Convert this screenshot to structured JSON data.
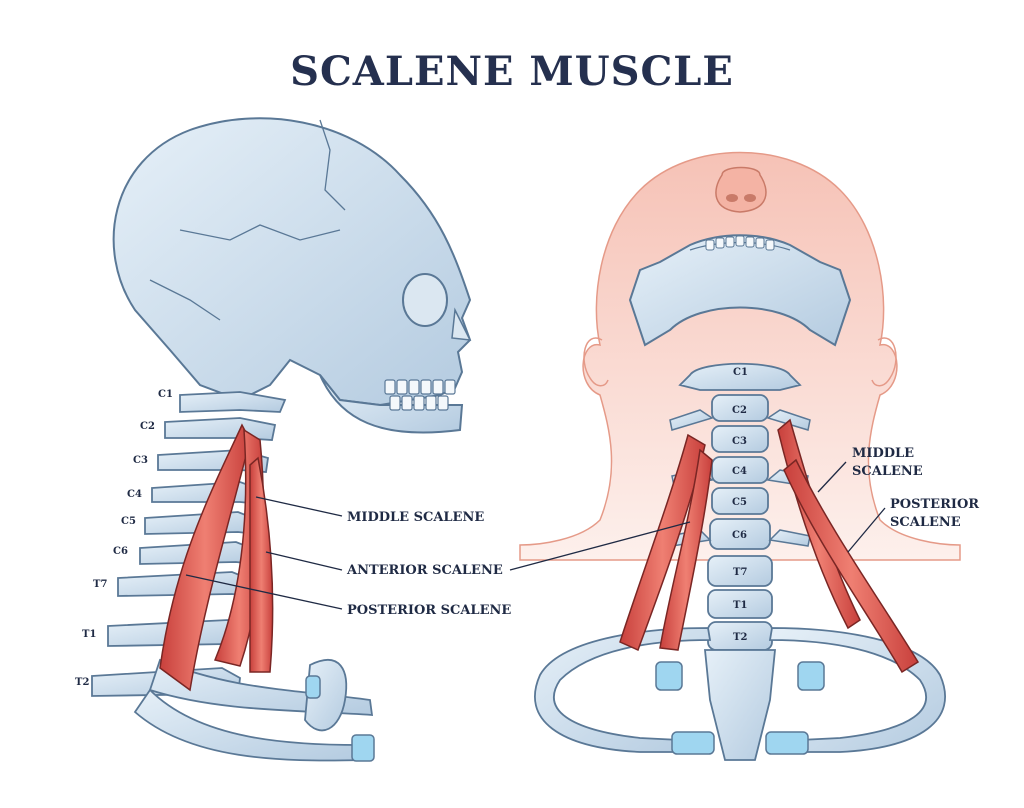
{
  "title": "SCALENE MUSCLE",
  "side_view": {
    "vertebrae": [
      "C1",
      "C2",
      "C3",
      "C4",
      "C5",
      "C6",
      "T7",
      "T1",
      "T2"
    ],
    "labels": {
      "middle": "MIDDLE SCALENE",
      "anterior": "ANTERIOR SCALENE",
      "posterior": "POSTERIOR SCALENE"
    }
  },
  "front_view": {
    "vertebrae": [
      "C1",
      "C2",
      "C3",
      "C4",
      "C5",
      "C6",
      "T7",
      "T1",
      "T2"
    ],
    "labels": {
      "middle_line1": "MIDDLE",
      "middle_line2": "SCALENE",
      "posterior_line1": "POSTERIOR",
      "posterior_line2": "SCALENE"
    }
  },
  "colors": {
    "bone": "#c9dcec",
    "bone_outline": "#5a7896",
    "muscle": "#d9534f",
    "skin": "#f7c9bd",
    "cartilage": "#9fd6f0",
    "text": "#1f2a44"
  }
}
